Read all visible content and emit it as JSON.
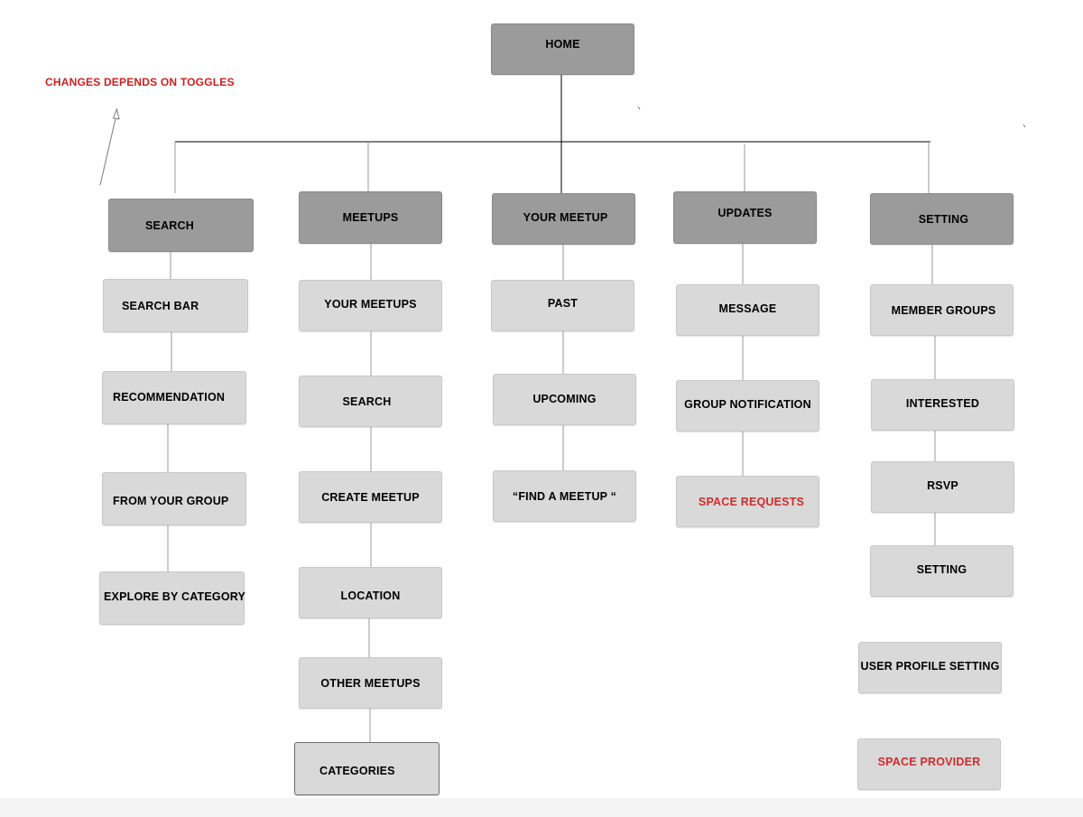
{
  "note": {
    "text": "CHANGES DEPENDS ON TOGGLES",
    "color": "#cc1f1f"
  },
  "root": {
    "label": "HOME"
  },
  "columns": [
    {
      "head": "SEARCH",
      "items": [
        {
          "label": "SEARCH BAR"
        },
        {
          "label": "RECOMMENDATION"
        },
        {
          "label": "FROM YOUR GROUP"
        },
        {
          "label": "EXPLORE BY CATEGORY"
        }
      ]
    },
    {
      "head": "MEETUPS",
      "items": [
        {
          "label": "YOUR MEETUPS"
        },
        {
          "label": "SEARCH"
        },
        {
          "label": "CREATE MEETUP"
        },
        {
          "label": "LOCATION"
        },
        {
          "label": "OTHER MEETUPS"
        },
        {
          "label": "CATEGORIES"
        }
      ]
    },
    {
      "head": "YOUR MEETUP",
      "items": [
        {
          "label": "PAST"
        },
        {
          "label": "UPCOMING"
        },
        {
          "label": "“FIND A MEETUP “"
        }
      ]
    },
    {
      "head": "UPDATES",
      "items": [
        {
          "label": "MESSAGE"
        },
        {
          "label": "GROUP NOTIFICATION"
        },
        {
          "label": "SPACE REQUESTS",
          "highlight": true
        }
      ]
    },
    {
      "head": "SETTING",
      "items": [
        {
          "label": "MEMBER GROUPS"
        },
        {
          "label": "INTERESTED"
        },
        {
          "label": "RSVP"
        },
        {
          "label": "SETTING"
        },
        {
          "label": "USER PROFILE SETTING"
        },
        {
          "label": "SPACE PROVIDER",
          "highlight": true
        }
      ]
    }
  ],
  "colors": {
    "header_fill": "#9b9b9b",
    "child_fill": "#d9d9d9",
    "highlight_text": "#d22b2b",
    "connector": "#000000",
    "connector_light": "#9a9a9a"
  }
}
